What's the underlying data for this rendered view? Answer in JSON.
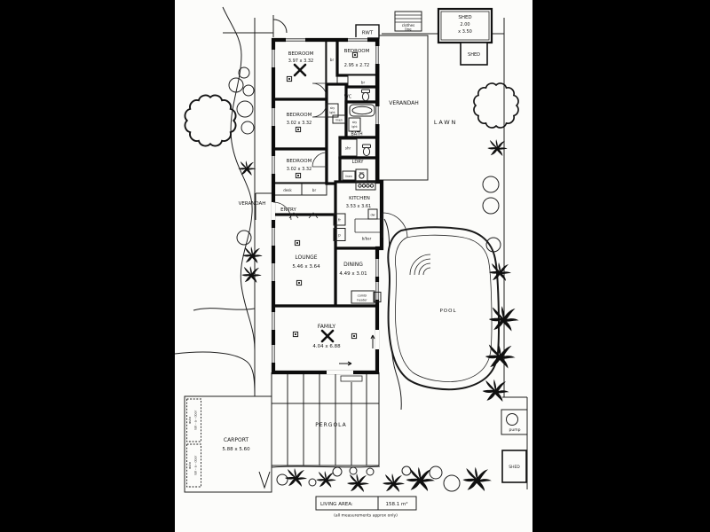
{
  "scene": {
    "background": "#000000",
    "paper": "#fcfcfa",
    "ink": "#161616"
  },
  "rooms": {
    "bedroom1": {
      "label": "BEDROOM",
      "dims": "3.97 x 3.32"
    },
    "bedroom2": {
      "label": "BEDROOM",
      "dims": "2.95 x 2.72"
    },
    "bedroom3": {
      "label": "BEDROOM",
      "dims": "3.02 x 3.32"
    },
    "bedroom4": {
      "label": "BEDROOM",
      "dims": "3.02 x 3.32"
    },
    "lounge": {
      "label": "LOUNGE",
      "dims": "5.46 x 3.64"
    },
    "dining": {
      "label": "DINING",
      "dims": "4.49 x 3.01"
    },
    "family": {
      "label": "FAMILY",
      "dims": "4.04 x 6.88"
    },
    "kitchen": {
      "label": "KITCHEN",
      "dims": "3.53 x 3.61"
    },
    "bath": {
      "label": "BATH"
    },
    "wc": {
      "label": "WC"
    },
    "ldry": {
      "label": "LDRY"
    },
    "entry": {
      "label": "ENTRY"
    },
    "verandah": {
      "label": "VERANDAH"
    }
  },
  "outdoor": {
    "lawn": "LAWN",
    "pool": "POOL",
    "pergola": "PERGOLA",
    "carport": {
      "label": "CARPORT",
      "dims": "5.88 x 5.60"
    },
    "shed": {
      "label": "SHED",
      "dim1": "2.00",
      "dim2": "x 3.50"
    },
    "clothes_line": {
      "line1": "clothes",
      "line2": "line"
    },
    "pump": "pump",
    "rwt": "RWT",
    "garage_door": {
      "auto": "auto",
      "door": "roll - a - door"
    }
  },
  "fixtures": {
    "br": "br",
    "desk": "desk",
    "linen": "linen",
    "wm": "wm",
    "shr": "shr",
    "dw": "dw",
    "fridge": "fr",
    "pantry": "p",
    "breakfast_bar": "b/bar",
    "sky_light_1": "sky",
    "sky_light_2": "lght",
    "combi_1": "combi",
    "combi_2": "heater"
  },
  "title_block": {
    "living_area_label": "LIVING AREA:",
    "living_area_value": "158.1 m²",
    "note": "(all measurements approx only)"
  }
}
